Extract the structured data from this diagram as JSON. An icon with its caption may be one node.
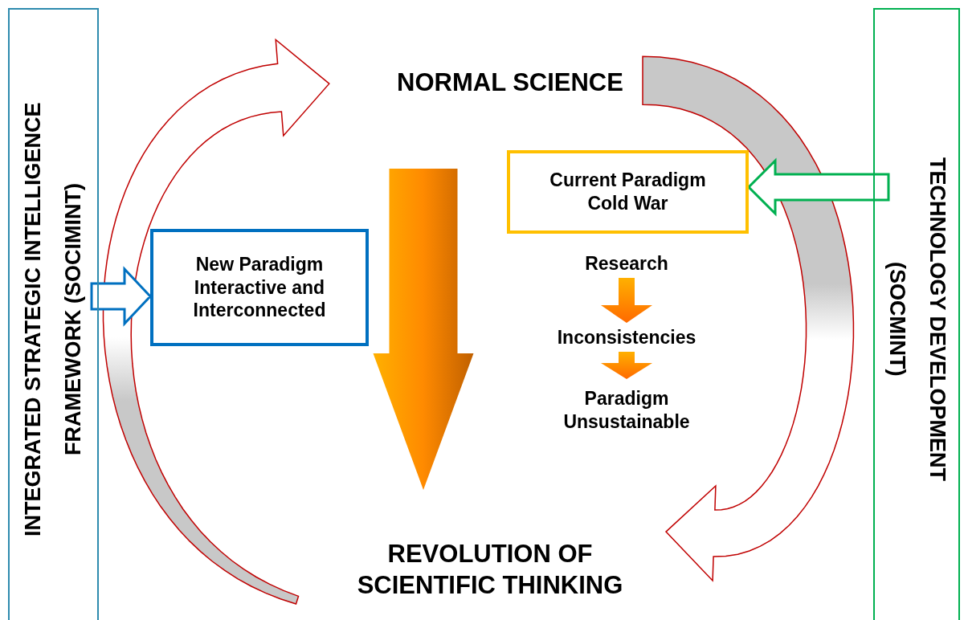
{
  "diagram": {
    "nodes": [
      {
        "text": [
          "INTEGRATED STRATEGIC INTELLIGENCE FRAMEWORK (SOCIMINT)"
        ]
      },
      {
        "text": [
          "TECHNOLOGY DEVELOPMENT (SOCMINT)"
        ]
      },
      {
        "text": [
          "NORMAL SCIENCE"
        ]
      },
      {
        "text": [
          "REVOLUTION OF SCIENTIFIC THINKING"
        ]
      },
      {
        "text": [
          "New Paradigm",
          "Interactive and Interconnected"
        ]
      },
      {
        "text": [
          "Current Paradigm",
          "Cold War"
        ]
      },
      {
        "text": [
          "Research"
        ]
      },
      {
        "text": [
          "Inconsistencies"
        ]
      },
      {
        "text": [
          "Paradigm Unsustainable"
        ]
      }
    ],
    "edges": [
      {
        "from": 3,
        "to": 2,
        "arrow": "to",
        "color": "#c00000"
      },
      {
        "from": 2,
        "to": 3,
        "arrow": "to",
        "color": "#c00000"
      },
      {
        "from": 2,
        "to": 3,
        "arrow": "to"
      },
      {
        "from": 0,
        "to": 4,
        "arrow": "to",
        "color": "#0070c0"
      },
      {
        "from": 1,
        "to": 5,
        "arrow": "to",
        "color": "#00b050"
      },
      {
        "from": 6,
        "to": 7,
        "arrow": "to"
      },
      {
        "from": 7,
        "to": 8,
        "arrow": "to"
      }
    ]
  }
}
